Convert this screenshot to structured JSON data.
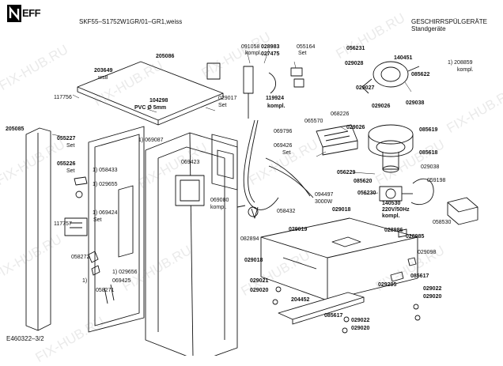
{
  "header": {
    "brand_text": "EFF",
    "model_line": "SKF55–S1752W1GR/01–GR1,weiss",
    "category": "GESCHIRRSPÜLGERÄTE",
    "subcategory": "Standgeräte"
  },
  "footer": {
    "code": "E460322–3/2"
  },
  "watermark": {
    "text": "FIX-HUB.RU"
  },
  "labels": [
    {
      "id": "l1",
      "t": "091058"
    },
    {
      "id": "l2",
      "t": "kompl."
    },
    {
      "id": "l3",
      "t": "028983"
    },
    {
      "id": "l4",
      "t": "027475"
    },
    {
      "id": "l5",
      "t": "055164"
    },
    {
      "id": "l6",
      "t": "Set"
    },
    {
      "id": "l7",
      "t": "056231"
    },
    {
      "id": "l8",
      "t": "029028"
    },
    {
      "id": "l9",
      "t": "140451"
    },
    {
      "id": "l10",
      "t": "1) 208859"
    },
    {
      "id": "l11",
      "t": "kompl."
    },
    {
      "id": "l12",
      "t": "203649"
    },
    {
      "id": "l13",
      "t": "ws8"
    },
    {
      "id": "l14",
      "t": "205086"
    },
    {
      "id": "l15",
      "t": "029027"
    },
    {
      "id": "l16",
      "t": "085622"
    },
    {
      "id": "l17",
      "t": "117756"
    },
    {
      "id": "l18",
      "t": "029026"
    },
    {
      "id": "l19",
      "t": "029038"
    },
    {
      "id": "l20",
      "t": "104298"
    },
    {
      "id": "l21",
      "t": "PVC Ø 5mm"
    },
    {
      "id": "l22",
      "t": "029017"
    },
    {
      "id": "l23",
      "t": "Set"
    },
    {
      "id": "l24",
      "t": "119924"
    },
    {
      "id": "l25",
      "t": "kompl."
    },
    {
      "id": "l26",
      "t": "068226"
    },
    {
      "id": "l27",
      "t": "065570"
    },
    {
      "id": "l28",
      "t": "029026"
    },
    {
      "id": "l29",
      "t": "205085"
    },
    {
      "id": "l30",
      "t": "055227"
    },
    {
      "id": "l31",
      "t": "Set"
    },
    {
      "id": "l32",
      "t": "1) 069087"
    },
    {
      "id": "l33",
      "t": "069796"
    },
    {
      "id": "l34",
      "t": "085619"
    },
    {
      "id": "l35",
      "t": "069426"
    },
    {
      "id": "l36",
      "t": "Set"
    },
    {
      "id": "l37",
      "t": "085618"
    },
    {
      "id": "l38",
      "t": "055226"
    },
    {
      "id": "l39",
      "t": "Set"
    },
    {
      "id": "l40",
      "t": "1) 058433"
    },
    {
      "id": "l41",
      "t": "069423"
    },
    {
      "id": "l42",
      "t": "029038"
    },
    {
      "id": "l43",
      "t": "1) 029655"
    },
    {
      "id": "l44",
      "t": "056229"
    },
    {
      "id": "l45",
      "t": "085620"
    },
    {
      "id": "l46",
      "t": "059198"
    },
    {
      "id": "l47",
      "t": "094497"
    },
    {
      "id": "l48",
      "t": "3000W"
    },
    {
      "id": "l49",
      "t": "056230"
    },
    {
      "id": "l50",
      "t": "069080"
    },
    {
      "id": "l51",
      "t": "kompl."
    },
    {
      "id": "l52",
      "t": "140530"
    },
    {
      "id": "l53",
      "t": "220V/50Hz"
    },
    {
      "id": "l54",
      "t": "kompl."
    },
    {
      "id": "l55",
      "t": "1) 069424"
    },
    {
      "id": "l56",
      "t": "Set"
    },
    {
      "id": "l57",
      "t": "058432"
    },
    {
      "id": "l58",
      "t": "029018"
    },
    {
      "id": "l59",
      "t": "058530"
    },
    {
      "id": "l60",
      "t": "117757"
    },
    {
      "id": "l61",
      "t": "082894"
    },
    {
      "id": "l62",
      "t": "029019"
    },
    {
      "id": "l63",
      "t": "028986"
    },
    {
      "id": "l64",
      "t": "028985"
    },
    {
      "id": "l65",
      "t": "058272"
    },
    {
      "id": "l66",
      "t": "029018"
    },
    {
      "id": "l67",
      "t": "029098"
    },
    {
      "id": "l68",
      "t": "1) 029656"
    },
    {
      "id": "l69",
      "t": "1)"
    },
    {
      "id": "l70",
      "t": "069425"
    },
    {
      "id": "l71",
      "t": "085617"
    },
    {
      "id": "l72",
      "t": "058271"
    },
    {
      "id": "l73",
      "t": "029021"
    },
    {
      "id": "l74",
      "t": "029295"
    },
    {
      "id": "l75",
      "t": "029020"
    },
    {
      "id": "l76",
      "t": "204452"
    },
    {
      "id": "l77",
      "t": "029022"
    },
    {
      "id": "l78",
      "t": "029020"
    },
    {
      "id": "l79",
      "t": "085617"
    },
    {
      "id": "l80",
      "t": "029022"
    },
    {
      "id": "l81",
      "t": "029020"
    }
  ]
}
